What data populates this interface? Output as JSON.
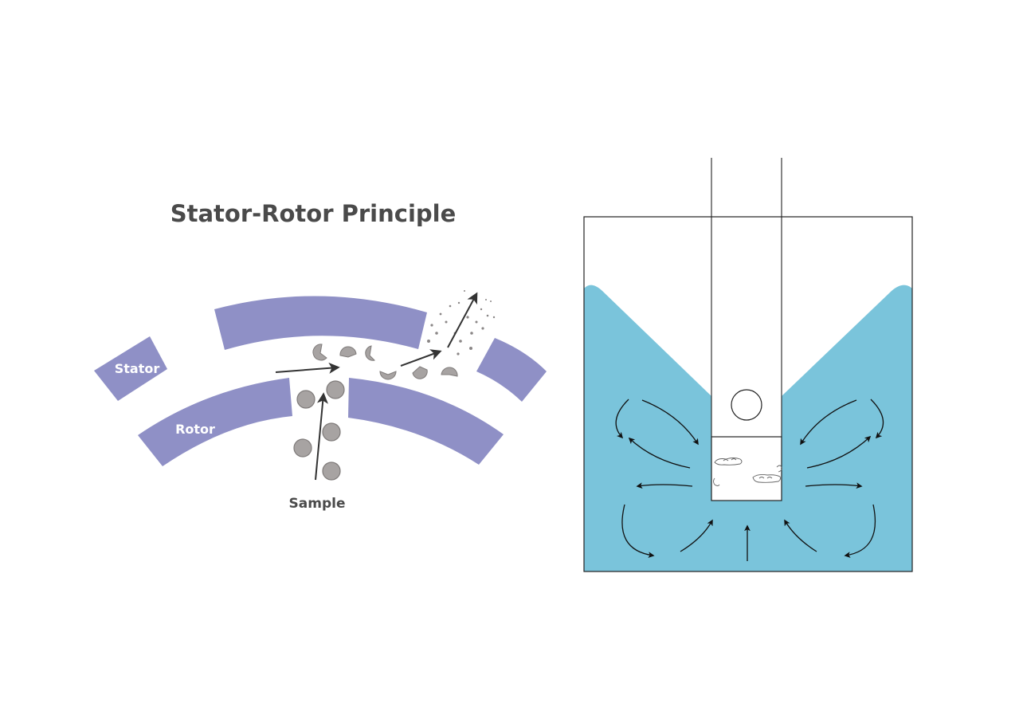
{
  "title": "Stator-Rotor Principle",
  "labels": {
    "stator": "Stator",
    "rotor": "Rotor",
    "sample": "Sample"
  },
  "colors": {
    "stator_rotor": "#8f90c6",
    "particle": "#a7a3a2",
    "particle_stroke": "#7f7b7a",
    "liquid": "#7ac4db",
    "arrow": "#333333",
    "outline": "#222222"
  }
}
